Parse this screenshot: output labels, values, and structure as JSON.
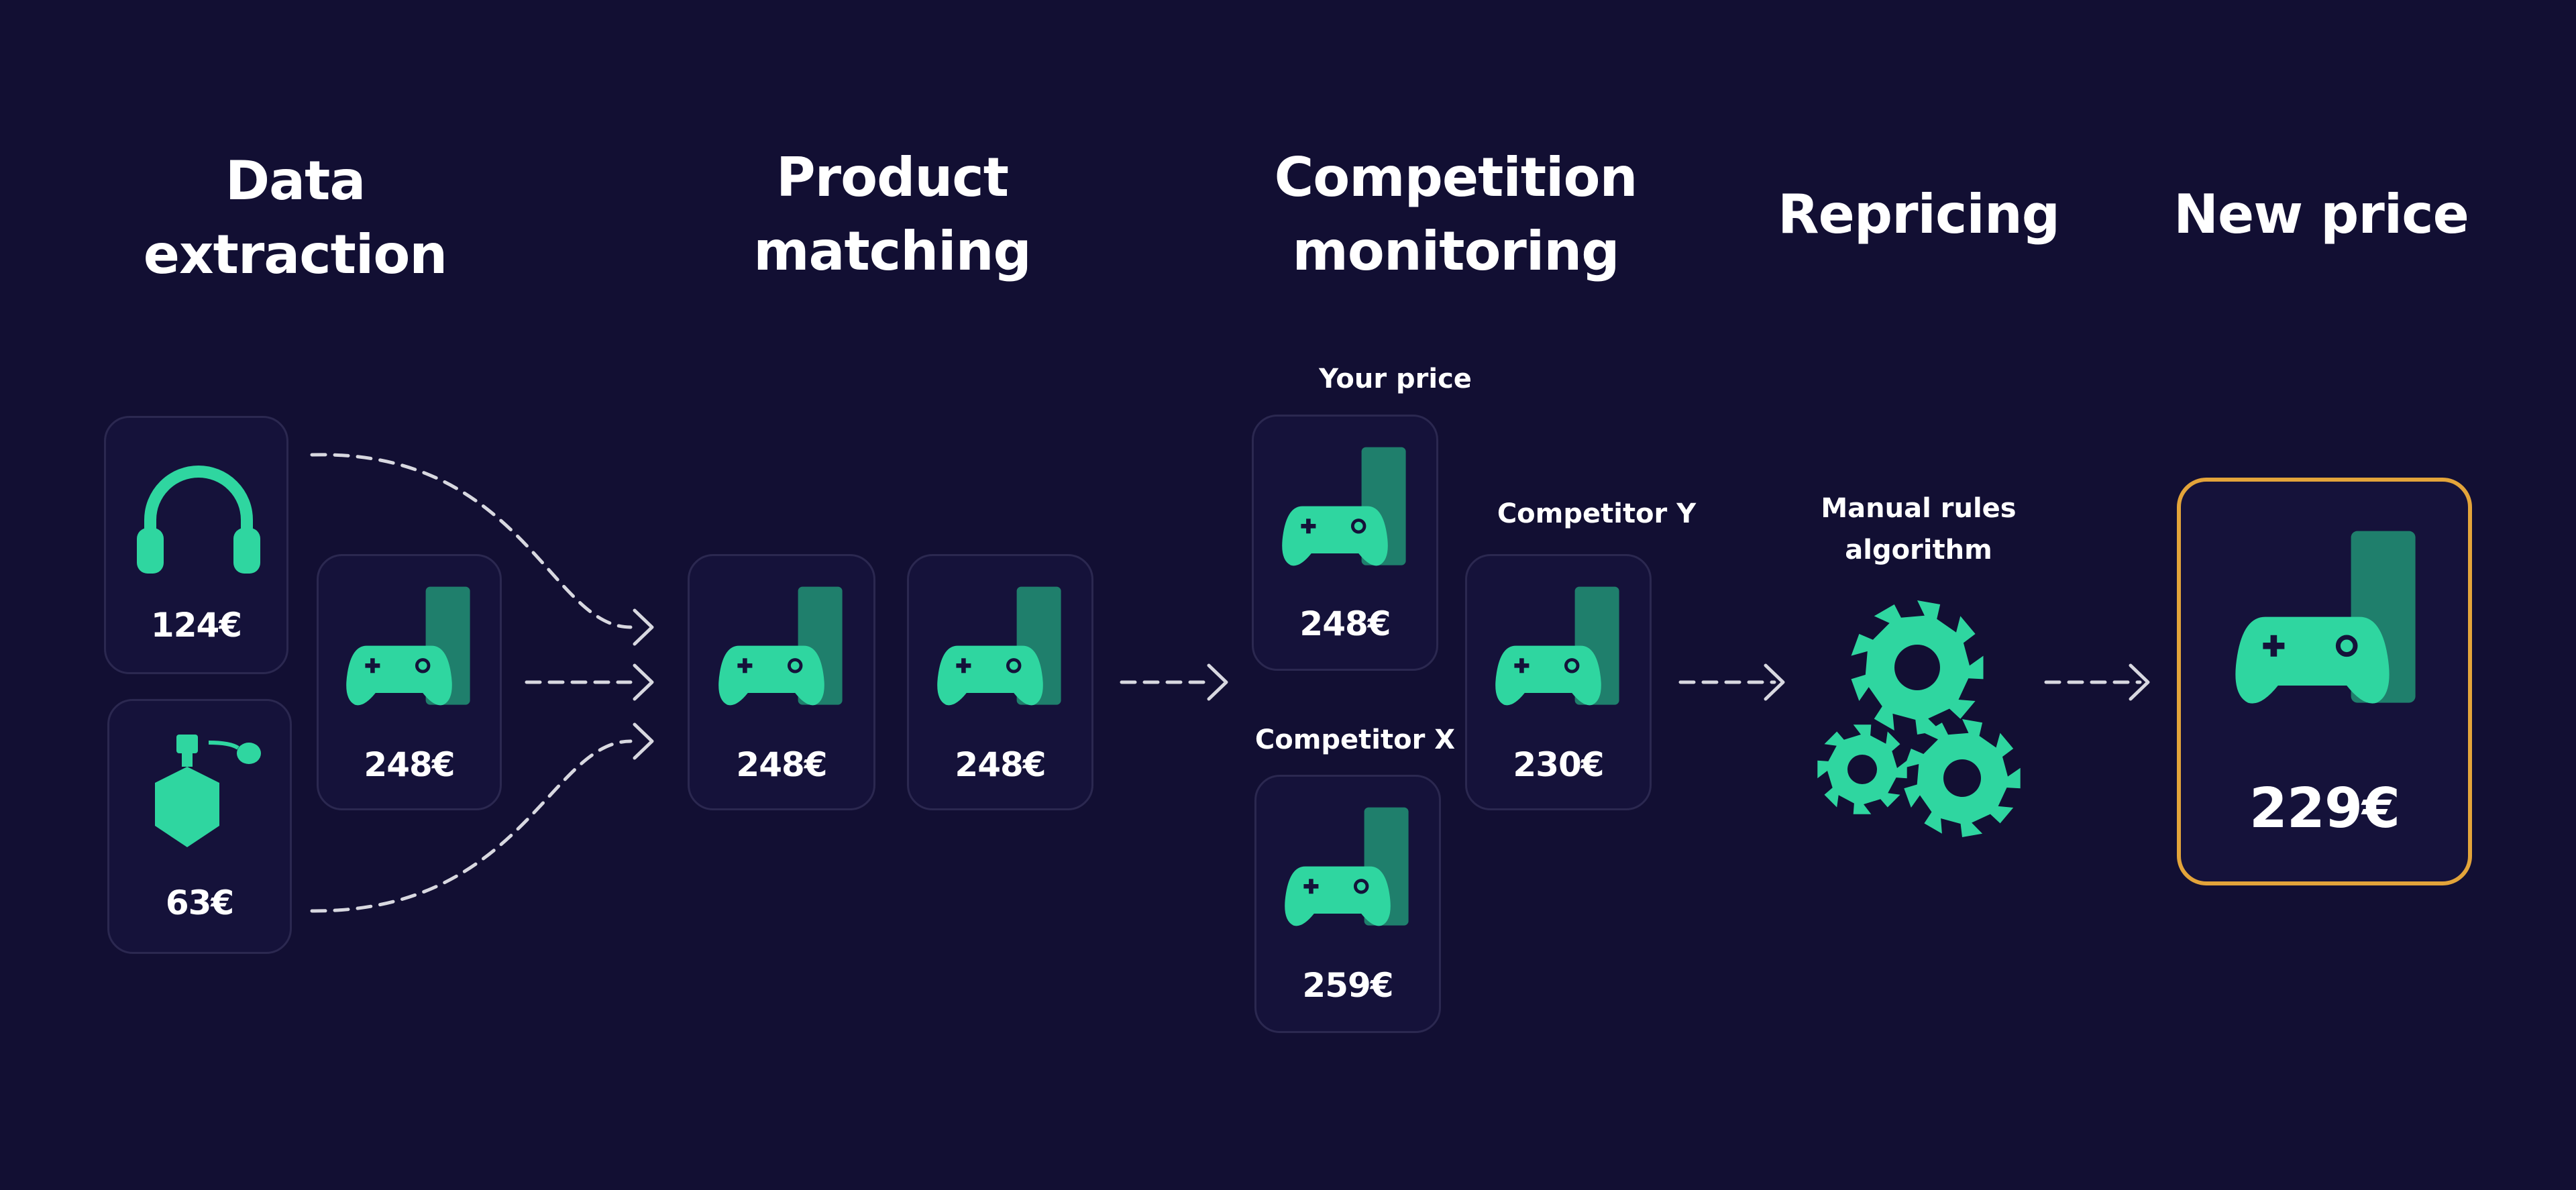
{
  "stages": [
    {
      "lines": [
        "Data",
        "extraction"
      ]
    },
    {
      "lines": [
        "Product",
        "matching"
      ]
    },
    {
      "lines": [
        "Competition",
        "monitoring"
      ]
    },
    {
      "lines": [
        "Repricing"
      ]
    },
    {
      "lines": [
        "New price"
      ]
    }
  ],
  "labels": {
    "your_price": "Your price",
    "competitor_y": "Competitor Y",
    "competitor_x": "Competitor X",
    "algorithm": [
      "Manual rules",
      "algorithm"
    ]
  },
  "cards": {
    "headphones": {
      "icon": "headphones-icon",
      "price": "124€"
    },
    "perfume": {
      "icon": "perfume-bottle-icon",
      "price": "63€"
    },
    "extracted_console": {
      "icon": "gamepad-icon",
      "price": "248€"
    },
    "matched_1": {
      "icon": "gamepad-icon",
      "price": "248€"
    },
    "matched_2": {
      "icon": "gamepad-icon",
      "price": "248€"
    },
    "your_price": {
      "icon": "gamepad-icon",
      "price": "248€"
    },
    "competitor_y": {
      "icon": "gamepad-icon",
      "price": "230€"
    },
    "competitor_x": {
      "icon": "gamepad-icon",
      "price": "259€"
    },
    "new_price": {
      "icon": "gamepad-icon",
      "price": "229€"
    }
  },
  "algorithm_icon": "gears-icon",
  "colors": {
    "background": "#120f33",
    "accent_green": "#2fd6a0",
    "bar_teal": "#1f7f6c",
    "highlight_border": "#e3a43a",
    "card_border": "#2b2850",
    "arrow": "#d8d8e0"
  }
}
